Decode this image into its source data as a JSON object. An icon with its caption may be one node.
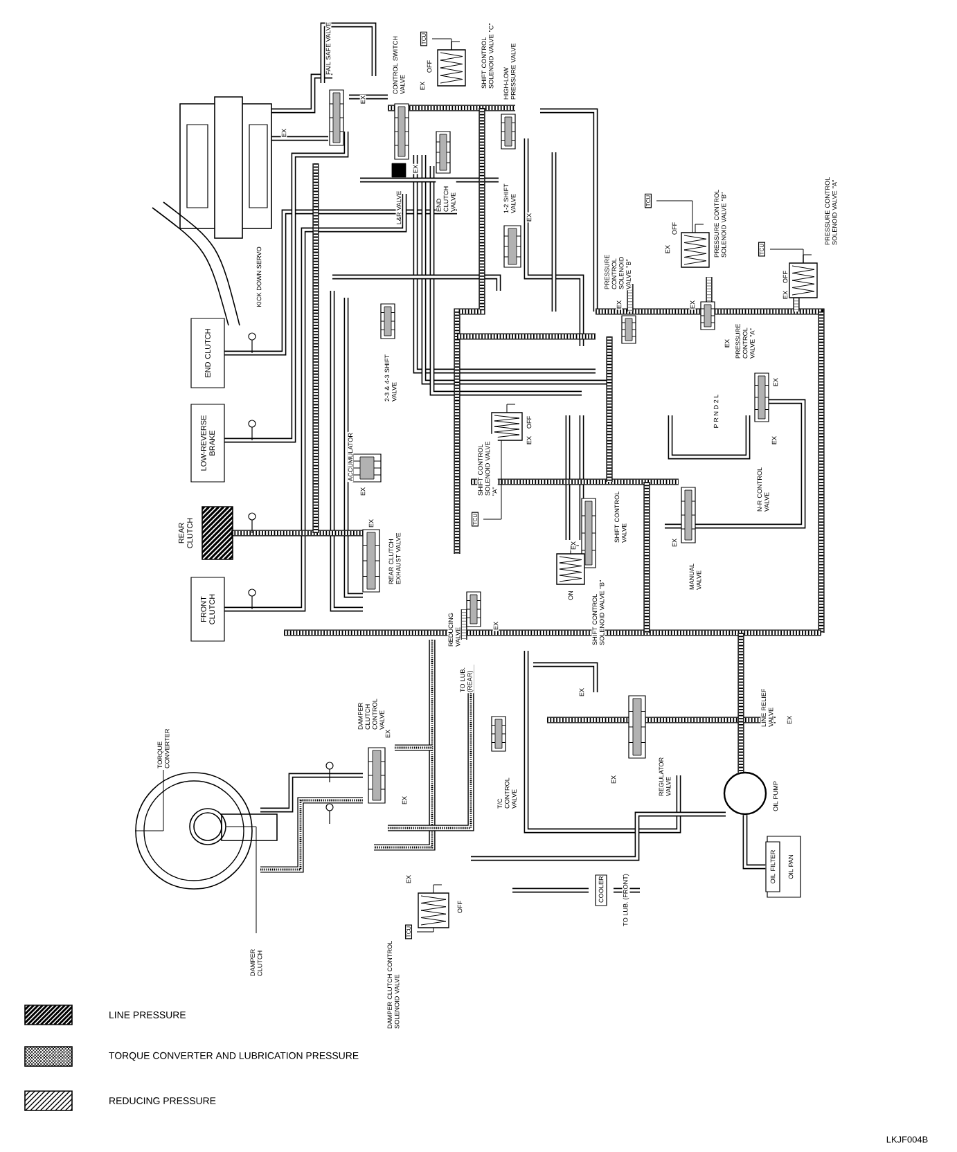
{
  "diagram": {
    "nodes": [
      {
        "text": [
          "END CLUTCH"
        ]
      },
      {
        "text": [
          "LOW-REVERSE BRAKE"
        ]
      },
      {
        "text": [
          "REAR CLUTCH"
        ]
      },
      {
        "text": [
          "FRONT CLUTCH"
        ]
      },
      {
        "text": [
          "TCU"
        ]
      },
      {
        "text": [
          "TCU"
        ]
      },
      {
        "text": [
          "TCU"
        ]
      },
      {
        "text": [
          "TCU"
        ]
      },
      {
        "text": [
          "TCU"
        ]
      },
      {
        "text": [
          "TORQUE CONVERTER"
        ]
      },
      {
        "text": [
          "DAMPER CLUTCH"
        ]
      },
      {
        "text": [
          "COOLER"
        ]
      },
      {
        "text": [],
        "shape": "circle",
        "beside": [
          "OIL PUMP"
        ]
      },
      {
        "text": [
          "OIL PAN"
        ]
      },
      {
        "text": [
          "OIL FILTER"
        ],
        "in": 13
      },
      {
        "text": [],
        "shape": "picture"
      },
      {
        "text": [],
        "shape": "picture",
        "in": 15
      }
    ],
    "edges": [
      {
        "from": 9,
        "to": 15,
        "arrow": "none"
      },
      {
        "from": 10,
        "to": 16,
        "arrow": "none"
      },
      {
        "from": 12,
        "to": 14,
        "arrow": "none",
        "style": "thick"
      }
    ],
    "labels": [
      "FAIL SAFE VALVE",
      "EX",
      "CONTROL SWITCH VALVE",
      "EX",
      "OFF",
      "SHIFT CONTROL SOLENOID VALVE \"C\"",
      "HIGH-LOW PRESSURE VALVE",
      "KICK DOWN SERVO",
      "EX",
      "END CLUTCH VALVE",
      "L&R VALVE",
      "EX",
      "1-2 SHIFT VALVE",
      "EX",
      "PRESSURE CONTROL SOLENOID VALVE \"B\"",
      "EX",
      "EX",
      "OFF",
      "PRESSURE CONTROL SOLENOID VALVE \"B\"",
      "EX",
      "PRESSURE CONTROL SOLENOID VALVE \"A\"",
      "EX",
      "OFF",
      "PRESSURE CONTROL VALVE \"A\"",
      "EX",
      "2-3 & 4-3 SHIFT VALVE",
      "ACCUMULATOR",
      "EX",
      "EX",
      "EX",
      "OFF",
      "SHIFT CONTROL SOLENOID VALVE \"A\"",
      "SHIFT CONTROL VALVE",
      "P R N D 2 L",
      "EX",
      "EX",
      "N-R CONTROL VALVE",
      "EX",
      "ON",
      "SHIFT CONTROL SOLENOID VALVE \"B\"",
      "EX",
      "MANUAL VALVE",
      "REAR CLUTCH EXHAUST VALVE",
      "REDUCING VALVE",
      "EX",
      "TO LUB. (REAR)",
      "DAMPER CLUTCH CONTROL VALVE",
      "EX",
      "EX",
      "T/C CONTROL VALVE",
      "EX",
      "EX",
      "REGULATOR VALVE",
      "LINE RELIEF VALVE",
      "EX",
      "TO LUB. (FRONT)",
      "DAMPER CLUTCH CONTROL SOLENOID VALVE",
      "EX",
      "OFF",
      "LKJF004B"
    ],
    "legend": [
      {
        "text": "LINE PRESSURE"
      },
      {
        "text": "TORQUE CONVERTER AND LUBRICATION PRESSURE"
      },
      {
        "text": "REDUCING PRESSURE"
      }
    ]
  }
}
